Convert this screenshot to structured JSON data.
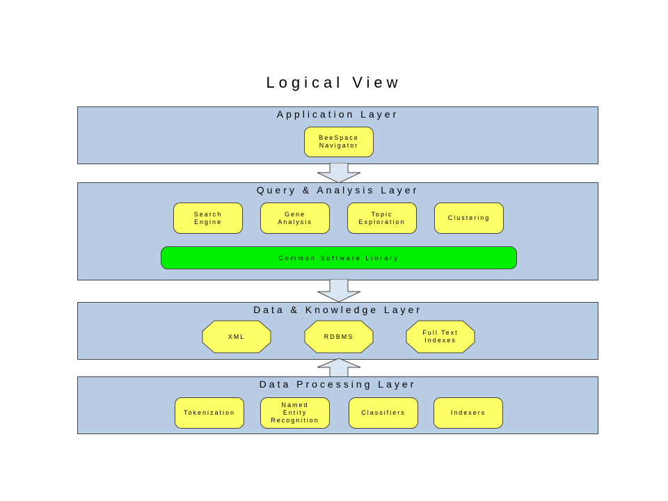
{
  "title": "Logical View",
  "layers": {
    "application": {
      "title": "Application Layer",
      "components": [
        "BeeSpace\nNavigator"
      ]
    },
    "query": {
      "title": "Query & Analysis Layer",
      "components": [
        "Search\nEngine",
        "Gene\nAnalysis",
        "Topic\nExploration",
        "Clustering"
      ],
      "library": "Common Software Library"
    },
    "data_knowledge": {
      "title": "Data & Knowledge Layer",
      "components": [
        "XML",
        "RDBMS",
        "Full Text\nIndexes"
      ]
    },
    "processing": {
      "title": "Data Processing Layer",
      "components": [
        "Tokenization",
        "Named\nEntity\nRecognition",
        "Classifiers",
        "Indexers"
      ]
    }
  },
  "colors": {
    "layer_fill": "#b8cce4",
    "component_fill": "#ffff66",
    "library_fill": "#00ee00",
    "arrow_fill": "#dbe5f1"
  }
}
